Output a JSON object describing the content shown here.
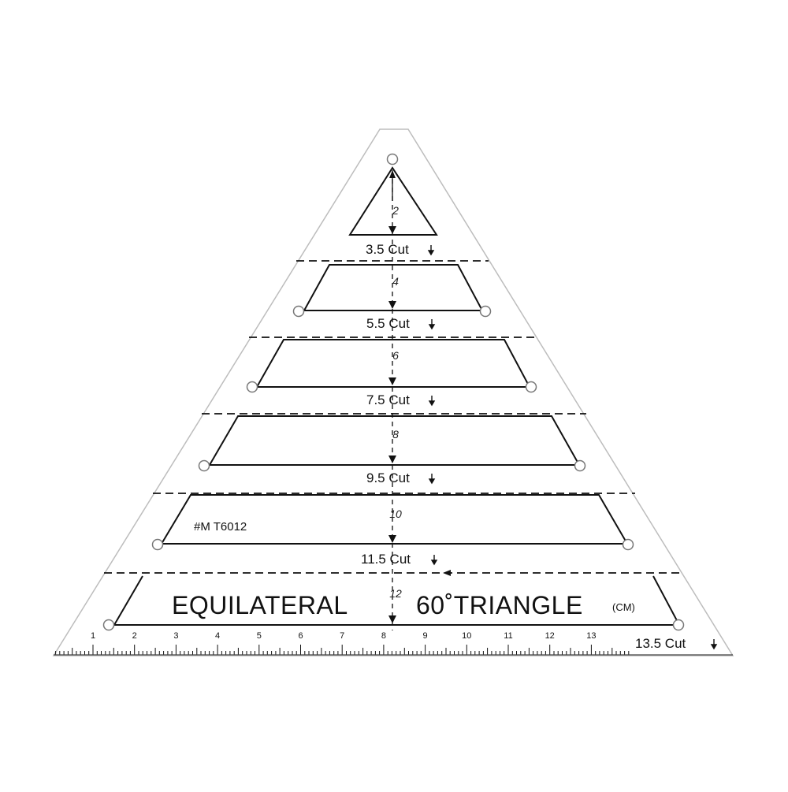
{
  "ruler": {
    "model_number": "#M T6012",
    "title_left": "EQUILATERAL",
    "title_right": "60˚TRIANGLE",
    "unit": "(CM)",
    "bands": [
      {
        "size": "2",
        "cut": "3.5 Cut"
      },
      {
        "size": "4",
        "cut": "5.5 Cut"
      },
      {
        "size": "6",
        "cut": "7.5 Cut"
      },
      {
        "size": "8",
        "cut": "9.5 Cut"
      },
      {
        "size": "10",
        "cut": "11.5 Cut"
      },
      {
        "size": "12",
        "cut": "13.5 Cut"
      }
    ],
    "scale_numbers": [
      "1",
      "2",
      "3",
      "4",
      "5",
      "6",
      "7",
      "8",
      "9",
      "10",
      "11",
      "12",
      "13"
    ],
    "cut_arrow_icon": "down-arrow-icon",
    "colors": {
      "ink": "#111111",
      "acrylic_edge": "#b9b9b9",
      "background": "#ffffff"
    }
  }
}
